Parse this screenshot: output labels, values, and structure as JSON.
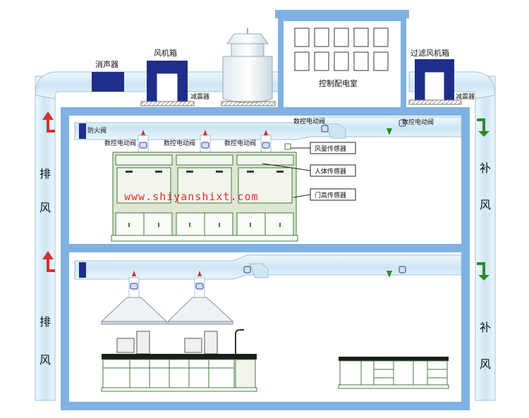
{
  "labels": {
    "silencer": "消声器",
    "fan_box": "风机箱",
    "damper_left": "减震器",
    "control_room": "控制配电室",
    "filter_fan_box": "过滤风机箱",
    "damper_right": "减震器",
    "fire_damper": "防火阀",
    "nc_valve_top_mid": "数控电动阀",
    "nc_valve_top_right": "数控电动阀",
    "nc_valve_hood_1": "数控电动阀",
    "nc_valve_hood_2": "数控电动阀",
    "nc_valve_hood_3": "数控电动阀",
    "airflow_sensor": "风量传感器",
    "body_sensor": "人体传感器",
    "door_height_sensor": "门高传感器",
    "exhaust_1": "排",
    "exhaust_2": "风",
    "exhaust_3": "排",
    "exhaust_4": "风",
    "makeup_1": "补",
    "makeup_2": "风",
    "makeup_3": "补",
    "makeup_4": "风"
  },
  "watermark": "www.shiyanshixt.com",
  "colors": {
    "wall": "#7fb2e2",
    "duct": "#d6ecf8",
    "duct_edge": "#9fc1d8",
    "fan_box": "#1e2e8a",
    "cabinet": "#dfe6d2",
    "cabinet_edge": "#3f7a3f",
    "arrow_up": "#d83030",
    "arrow_down": "#2c8a2c"
  }
}
